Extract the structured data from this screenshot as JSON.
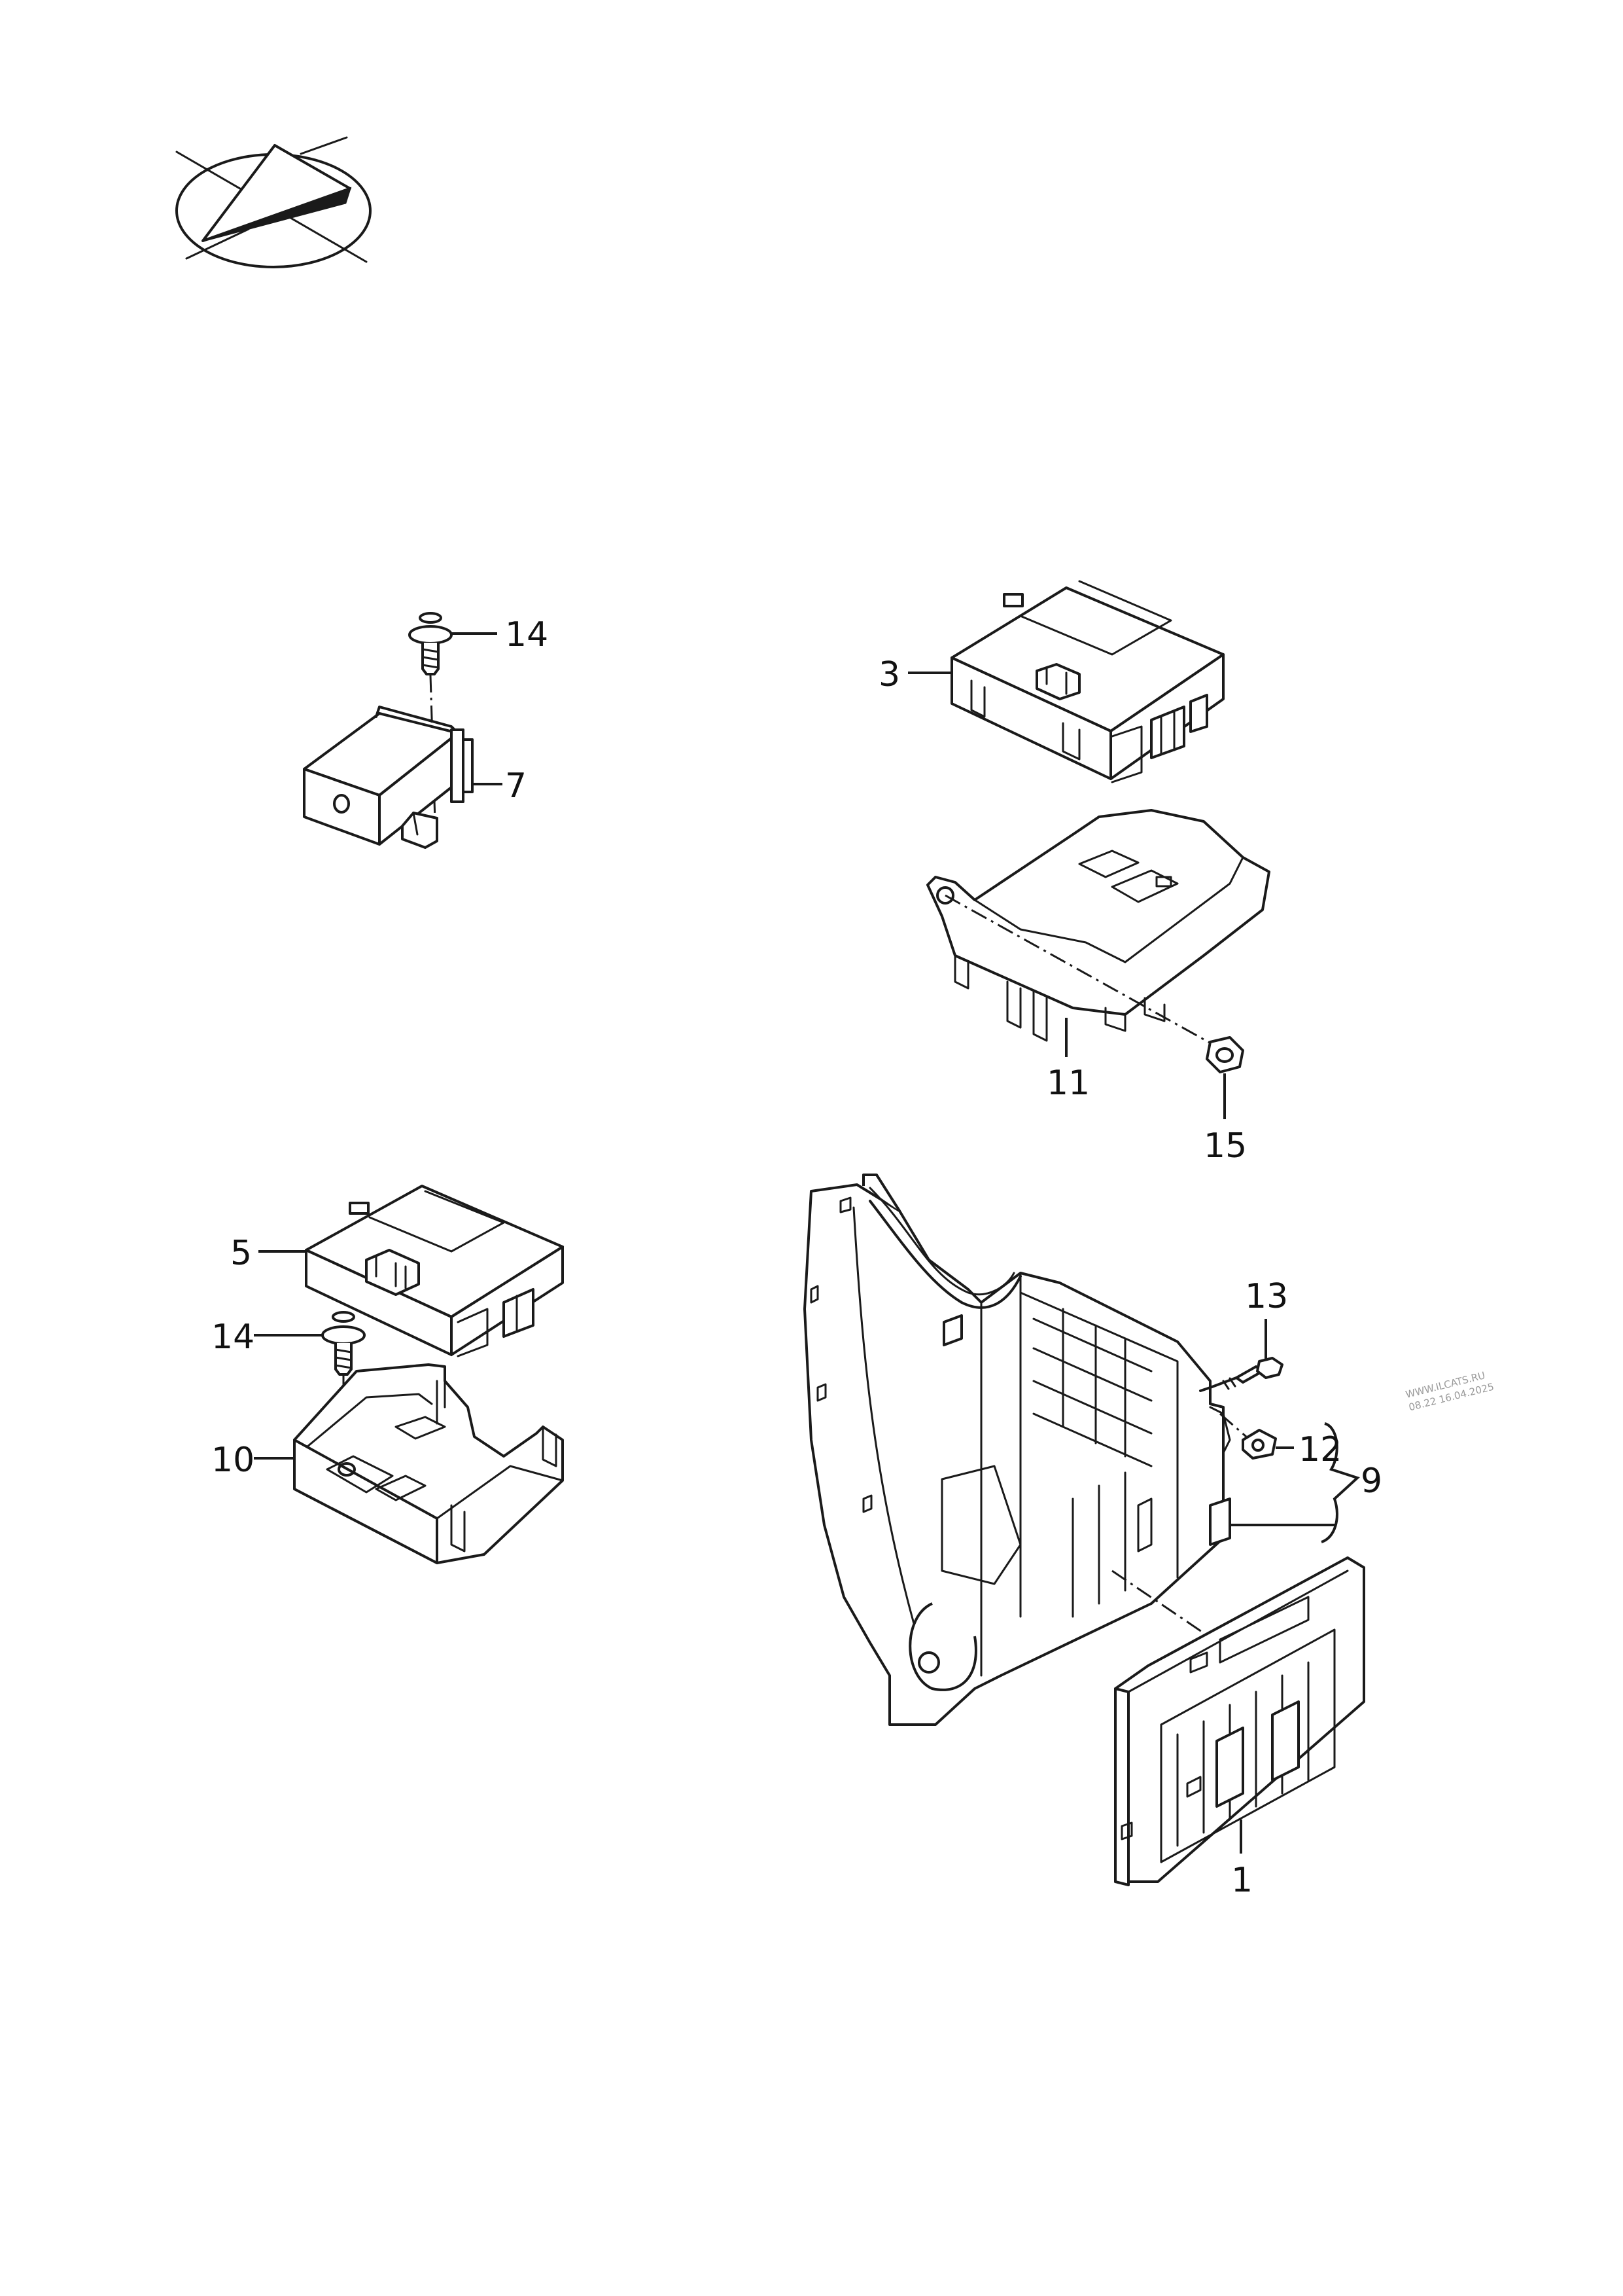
{
  "callouts": {
    "c1": "1",
    "c3": "3",
    "c5": "5",
    "c7": "7",
    "c9": "9",
    "c10": "10",
    "c11": "11",
    "c12": "12",
    "c13": "13",
    "c14a": "14",
    "c14b": "14",
    "c15": "15"
  },
  "watermark": {
    "line1": "WWW.ILCATS.RU",
    "line2": "08.22 16.04.2025"
  },
  "icons": {
    "orientation": "vehicle-orientation-icon"
  }
}
